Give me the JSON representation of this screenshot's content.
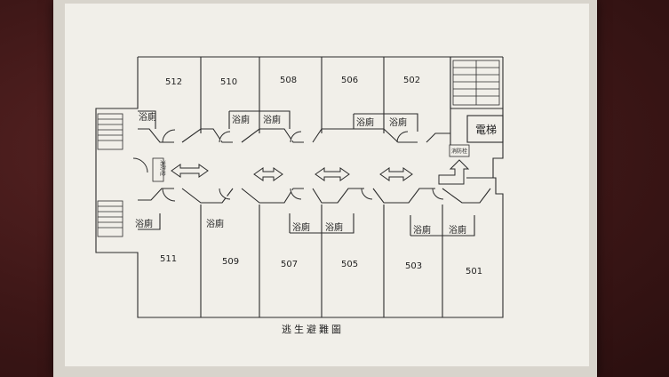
{
  "title": "逃生避難圖",
  "rooms_top": [
    "512",
    "510",
    "508",
    "506",
    "502"
  ],
  "rooms_bottom": [
    "511",
    "509",
    "507",
    "505",
    "503",
    "501"
  ],
  "bath_label": "浴廁",
  "elevator_label": "電梯",
  "extinguisher_label": "消防栓",
  "colors": {
    "paper": "#f1efe9",
    "ink": "#2b2b2b",
    "wall": "#4a1c1c"
  }
}
